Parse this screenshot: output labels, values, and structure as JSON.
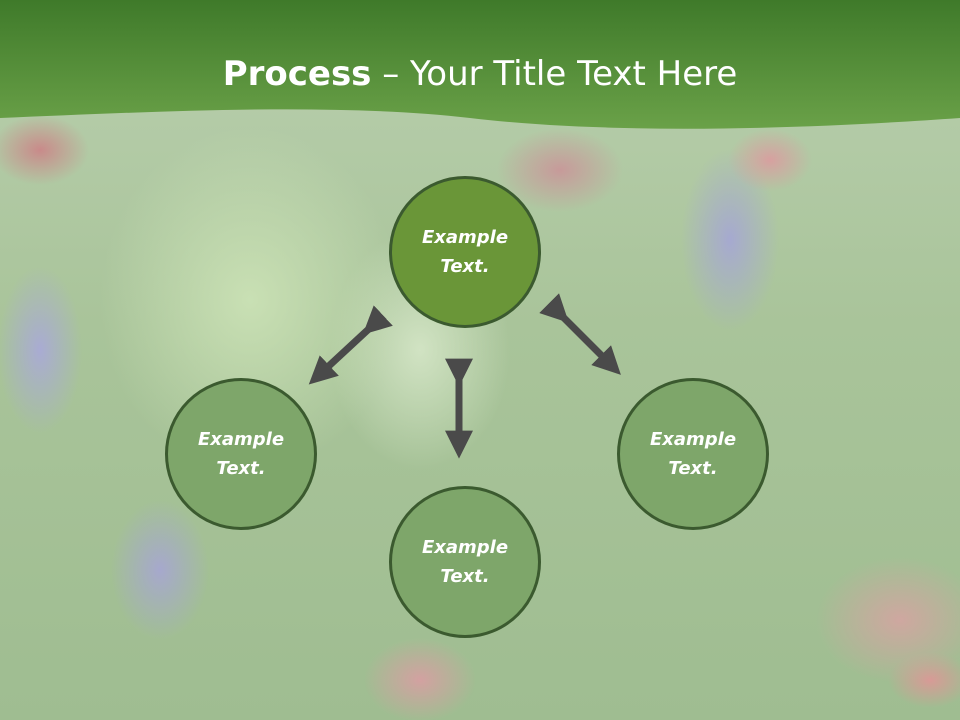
{
  "title": {
    "bold": "Process",
    "rest": " – Your Title Text Here"
  },
  "nodes": {
    "top": "Example\nText.",
    "left": "Example\nText.",
    "right": "Example\nText.",
    "bottom": "Example\nText."
  },
  "colors": {
    "header_green": "#4f8a33",
    "node_dark": "#6a9638",
    "node_light": "#7ea66a",
    "node_border": "#3b5a2f",
    "arrow": "#4a4a4a",
    "title_text": "#ffffff"
  },
  "icons": {
    "arrows": "double-headed-arrow-icon"
  }
}
